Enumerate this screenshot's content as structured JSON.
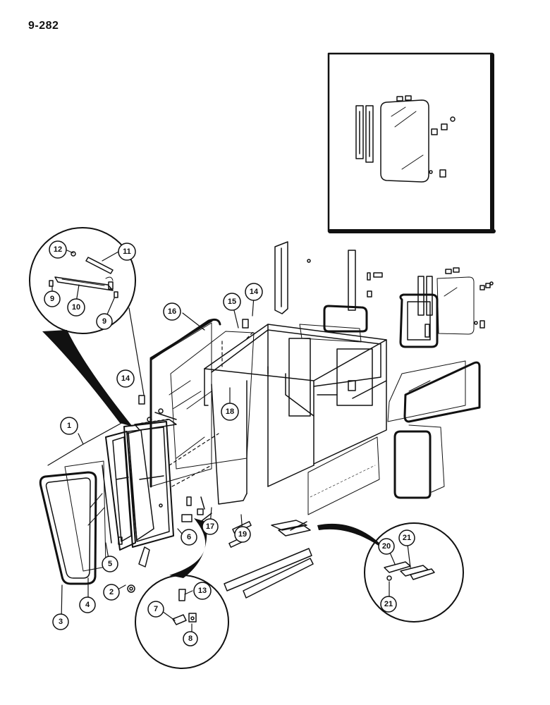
{
  "page_number": "9-282",
  "callouts": {
    "c1": "1",
    "c2": "2",
    "c3": "3",
    "c4": "4",
    "c5": "5",
    "c6": "6",
    "c7": "7",
    "c8": "8",
    "c9a": "9",
    "c9b": "9",
    "c10": "10",
    "c11": "11",
    "c12": "12",
    "c13": "13",
    "c14a": "14",
    "c14b": "14",
    "c15": "15",
    "c16": "16",
    "c17": "17",
    "c18": "18",
    "c19": "19",
    "c20": "20",
    "c21a": "21",
    "c21b": "21"
  }
}
